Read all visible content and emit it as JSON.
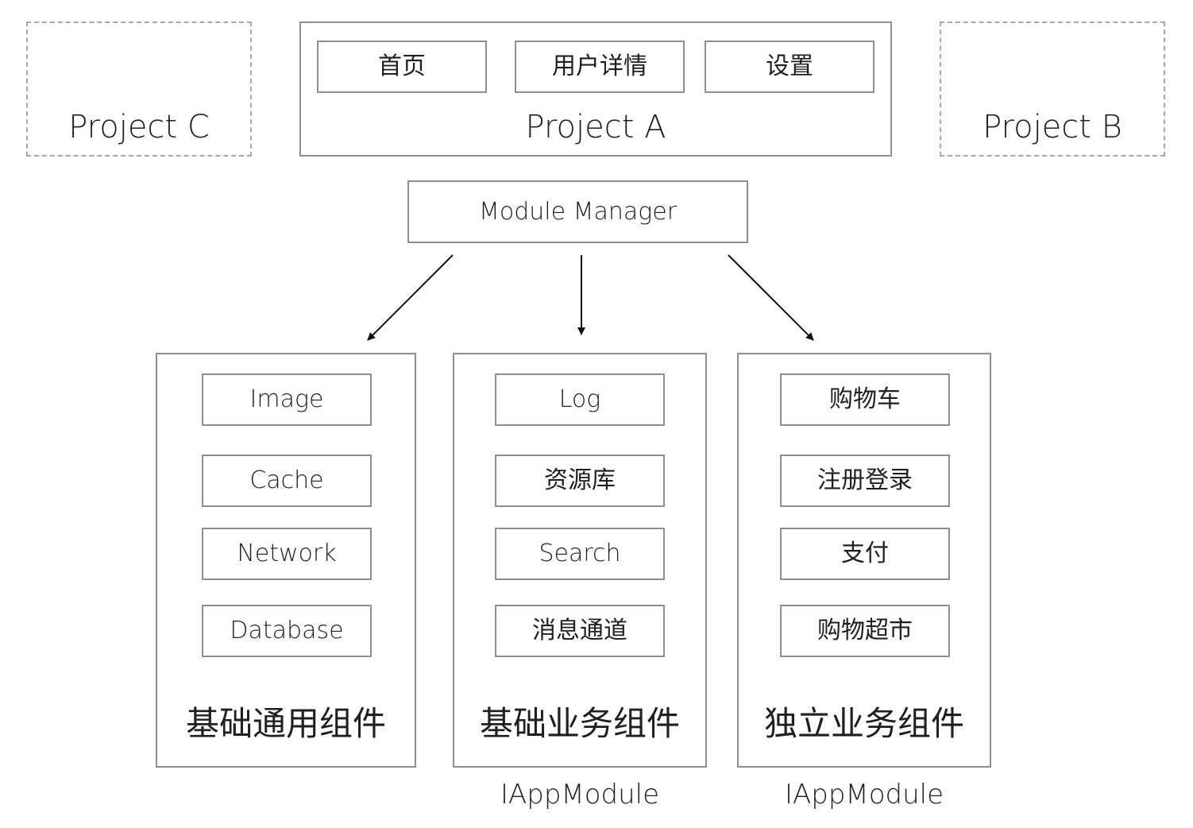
{
  "projects": {
    "c": {
      "label": "Project C"
    },
    "a": {
      "label": "Project A",
      "items": [
        "首页",
        "用户详情",
        "设置"
      ]
    },
    "b": {
      "label": "Project B"
    }
  },
  "manager": {
    "label": "Module Manager"
  },
  "groups": {
    "common": {
      "title": "基础通用组件",
      "items": [
        "Image",
        "Cache",
        "Network",
        "Database"
      ]
    },
    "basic_business": {
      "title": "基础业务组件",
      "items": [
        "Log",
        "资源库",
        "Search",
        "消息通道"
      ],
      "caption": "IAppModule"
    },
    "independent_business": {
      "title": "独立业务组件",
      "items": [
        "购物车",
        "注册登录",
        "支付",
        "购物超市"
      ],
      "caption": "IAppModule"
    }
  }
}
